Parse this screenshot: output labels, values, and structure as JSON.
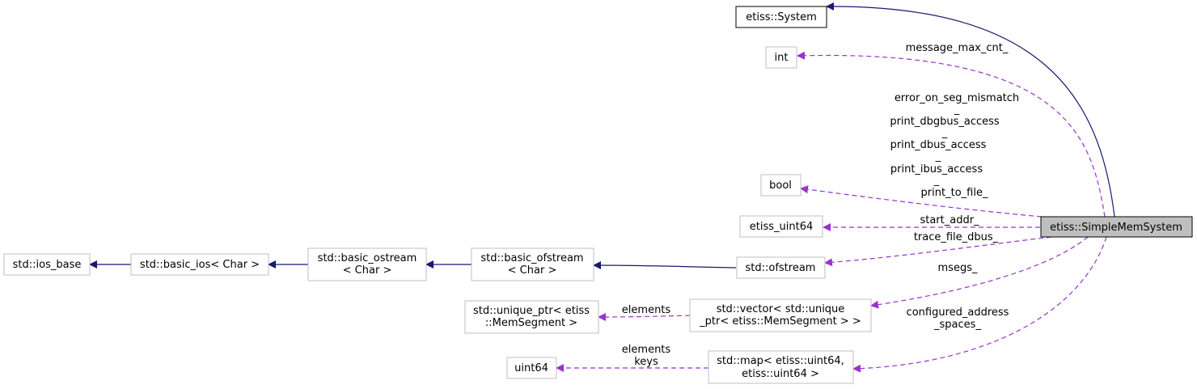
{
  "colors": {
    "inheritance_edge": "#191970",
    "usage_edge": "#9a32cd",
    "node_border": "#bfbfbf",
    "main_node_fill": "#bfbfbf"
  },
  "nodes": {
    "etiss_system": "etiss::System",
    "int": "int",
    "bool": "bool",
    "etiss_uint64": "etiss_uint64",
    "ofstream": "std::ofstream",
    "vector_l1": "std::vector< std::unique",
    "vector_l2": "_ptr< etiss::MemSegment > >",
    "map_l1": "std::map< etiss::uint64,",
    "map_l2": "etiss::uint64 >",
    "simple_mem_system": "etiss::SimpleMemSystem",
    "ios_base": "std::ios_base",
    "basic_ios": "std::basic_ios< Char >",
    "basic_ostream_l1": "std::basic_ostream",
    "basic_ostream_l2": "< Char >",
    "basic_ofstream_l1": "std::basic_ofstream",
    "basic_ofstream_l2": "< Char >",
    "unique_ptr_l1": "std::unique_ptr< etiss",
    "unique_ptr_l2": "::MemSegment >",
    "uint64": "uint64"
  },
  "edge_labels": {
    "message_max_cnt": "message_max_cnt_",
    "bool_line1": "error_on_seg_mismatch",
    "bool_line2": "_",
    "bool_line3": "print_dbgbus_access",
    "bool_line4": "_",
    "bool_line5": "print_dbus_access",
    "bool_line6": "_",
    "bool_line7": "print_ibus_access",
    "bool_line8": "_",
    "bool_line9": "print_to_file_",
    "start_addr": "start_addr_",
    "trace_file_dbus": "trace_file_dbus_",
    "msegs": "msegs_",
    "configured_l1": "configured_address",
    "configured_l2": "_spaces_",
    "elements_vector": "elements",
    "elements_map": "elements",
    "keys_map": "keys"
  }
}
